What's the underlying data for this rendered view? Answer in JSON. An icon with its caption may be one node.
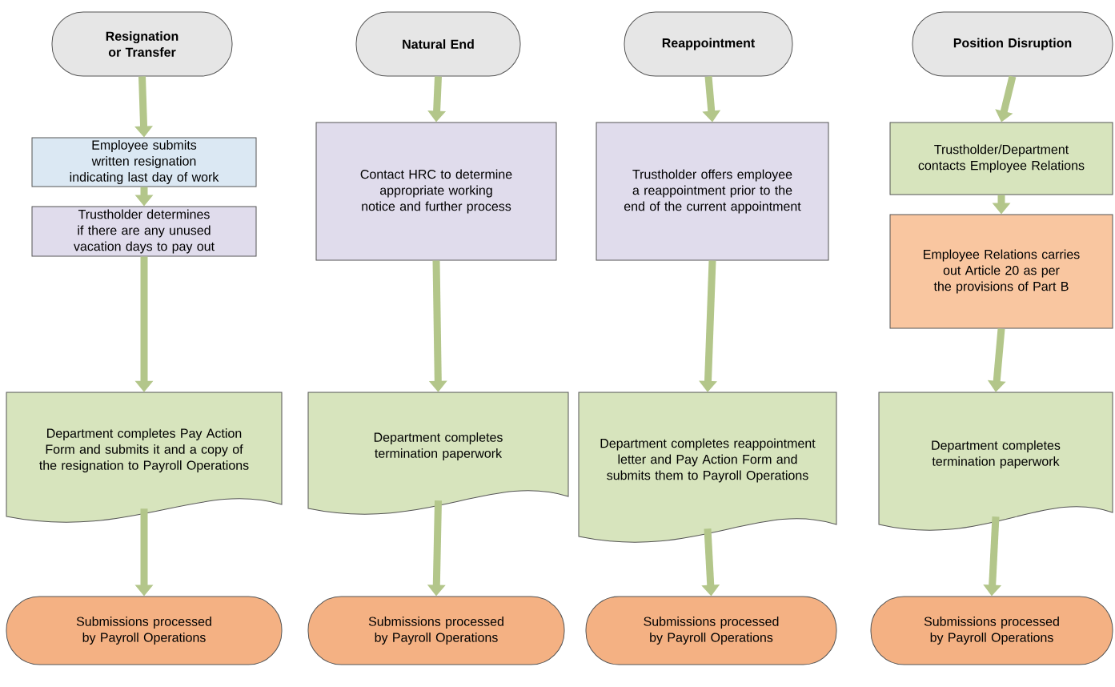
{
  "diagram": {
    "nodes": [
      {
        "text": [
          "Resignation or Transfer"
        ]
      },
      {
        "text": [
          "Employee submits written resignation indicating last day of work"
        ]
      },
      {
        "text": [
          "Trustholder determines if there are any unused vacation days to pay out"
        ]
      },
      {
        "text": [
          "Department completes Pay Action Form and submits it and a copy of the resignation to Payroll Operations"
        ]
      },
      {
        "text": [
          "Submissions processed by Payroll Operations"
        ]
      },
      {
        "text": [
          "Natural End"
        ]
      },
      {
        "text": [
          "Contact HRC to determine appropriate working notice and further process"
        ]
      },
      {
        "text": [
          "Department completes termination paperwork"
        ]
      },
      {
        "text": [
          "Submissions processed by Payroll Operations"
        ]
      },
      {
        "text": [
          "Reappointment"
        ]
      },
      {
        "text": [
          "Trustholder offers employee a reappointment prior to the end of the current appointment"
        ]
      },
      {
        "text": [
          "Department completes reappointment letter and  Pay Action Form and submits them to Payroll Operations"
        ]
      },
      {
        "text": [
          "Submissions processed by Payroll Operations"
        ]
      },
      {
        "text": [
          "Position Disruption"
        ]
      },
      {
        "text": [
          "Trustholder/Department contacts Employee Relations"
        ]
      },
      {
        "text": [
          "Employee Relations carries out Article 20 as per the provisions of Part B"
        ]
      },
      {
        "text": [
          "Department completes termination paperwork"
        ]
      },
      {
        "text": [
          "Submissions processed by Payroll Operations"
        ]
      }
    ],
    "edges": [
      {
        "from": 0,
        "to": 1,
        "arrow": "to"
      },
      {
        "from": 1,
        "to": 2,
        "arrow": "to"
      },
      {
        "from": 2,
        "to": 3,
        "arrow": "to"
      },
      {
        "from": 3,
        "to": 4,
        "arrow": "to"
      },
      {
        "from": 5,
        "to": 6,
        "arrow": "to"
      },
      {
        "from": 6,
        "to": 7,
        "arrow": "to"
      },
      {
        "from": 7,
        "to": 8,
        "arrow": "to"
      },
      {
        "from": 9,
        "to": 10,
        "arrow": "to"
      },
      {
        "from": 10,
        "to": 11,
        "arrow": "to"
      },
      {
        "from": 11,
        "to": 12,
        "arrow": "to"
      },
      {
        "from": 13,
        "to": 14,
        "arrow": "to"
      },
      {
        "from": 14,
        "to": 15,
        "arrow": "to"
      },
      {
        "from": 15,
        "to": 16,
        "arrow": "to"
      },
      {
        "from": 16,
        "to": 17,
        "arrow": "to"
      }
    ]
  }
}
